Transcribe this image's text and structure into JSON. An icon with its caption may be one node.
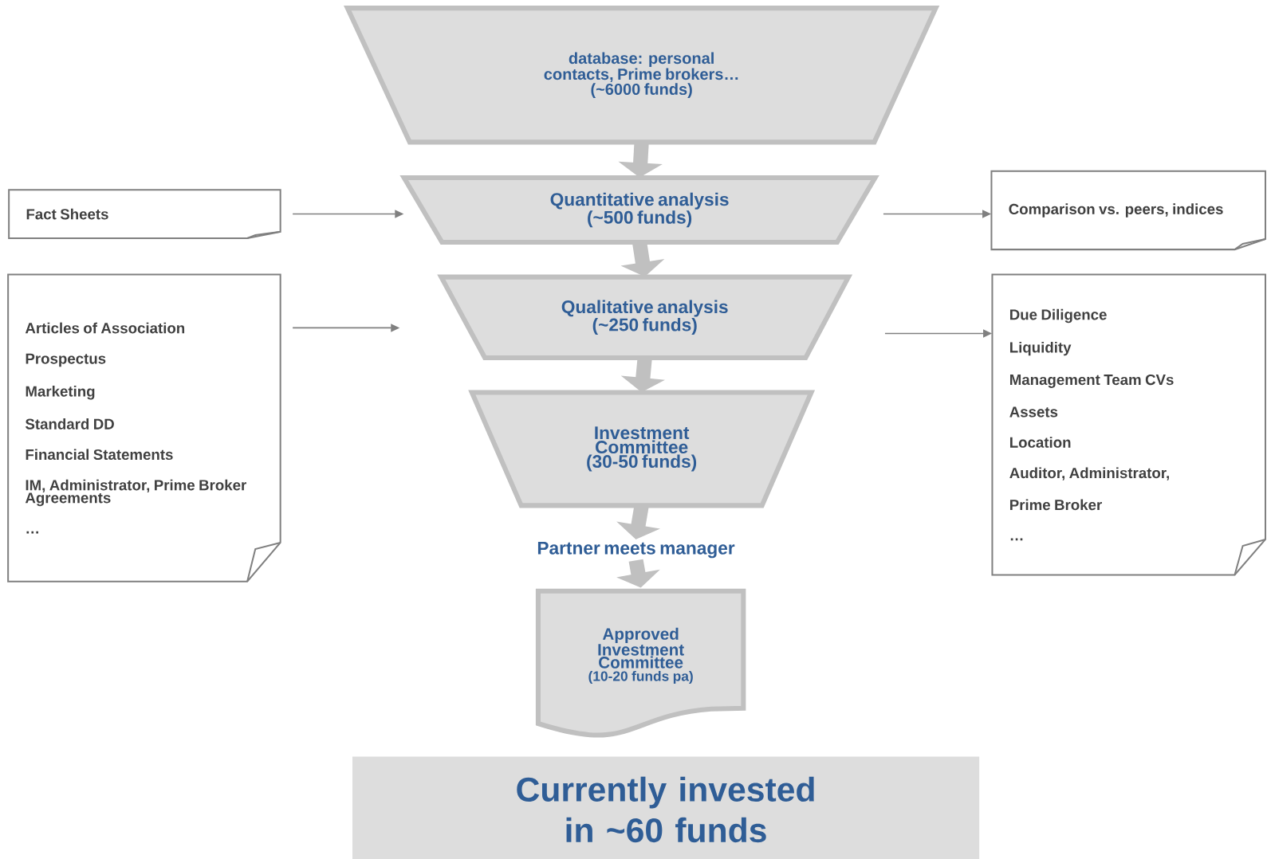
{
  "diagram": {
    "nodes": [
      {
        "text": [
          "database: personal contacts, Prime brokers…",
          "(~6000 funds)"
        ]
      },
      {
        "text": [
          "Quantitative analysis",
          "(~500 funds)"
        ]
      },
      {
        "text": [
          "Qualitative analysis",
          "(~250 funds)"
        ]
      },
      {
        "text": [
          "Investment Committee",
          "(30-50 funds)"
        ]
      },
      {
        "text": [
          "Partner meets manager"
        ]
      },
      {
        "text": [
          "Approved Investment Committee",
          "(10-20 funds pa)"
        ]
      },
      {
        "text": [
          "Currently invested in ~60 funds"
        ]
      },
      {
        "text": [
          "Fact Sheets"
        ]
      },
      {
        "text": [
          "Articles of Association",
          "Prospectus",
          "Marketing",
          "Standard DD",
          "Financial Statements",
          "IM, Administrator, Prime Broker Agreements",
          "…"
        ]
      },
      {
        "text": [
          "Comparison vs. peers, indices"
        ]
      },
      {
        "text": [
          "Due Diligence",
          "Liquidity",
          "Management Team CVs",
          "Assets",
          "Location",
          "Auditor, Administrator,",
          "Prime Broker",
          "…"
        ]
      }
    ],
    "edges": [
      {
        "from": 0,
        "to": 1,
        "arrow": "to"
      },
      {
        "from": 1,
        "to": 2,
        "arrow": "to"
      },
      {
        "from": 2,
        "to": 3,
        "arrow": "to"
      },
      {
        "from": 3,
        "to": 4,
        "arrow": "to"
      },
      {
        "from": 4,
        "to": 5,
        "arrow": "to"
      },
      {
        "from": 7,
        "to": 1,
        "arrow": "to",
        "color": "#808080"
      },
      {
        "from": 8,
        "to": 2,
        "arrow": "to",
        "color": "#808080"
      },
      {
        "from": 1,
        "to": 9,
        "arrow": "to",
        "color": "#808080"
      },
      {
        "from": 2,
        "to": 10,
        "arrow": "to",
        "color": "#808080"
      }
    ]
  }
}
